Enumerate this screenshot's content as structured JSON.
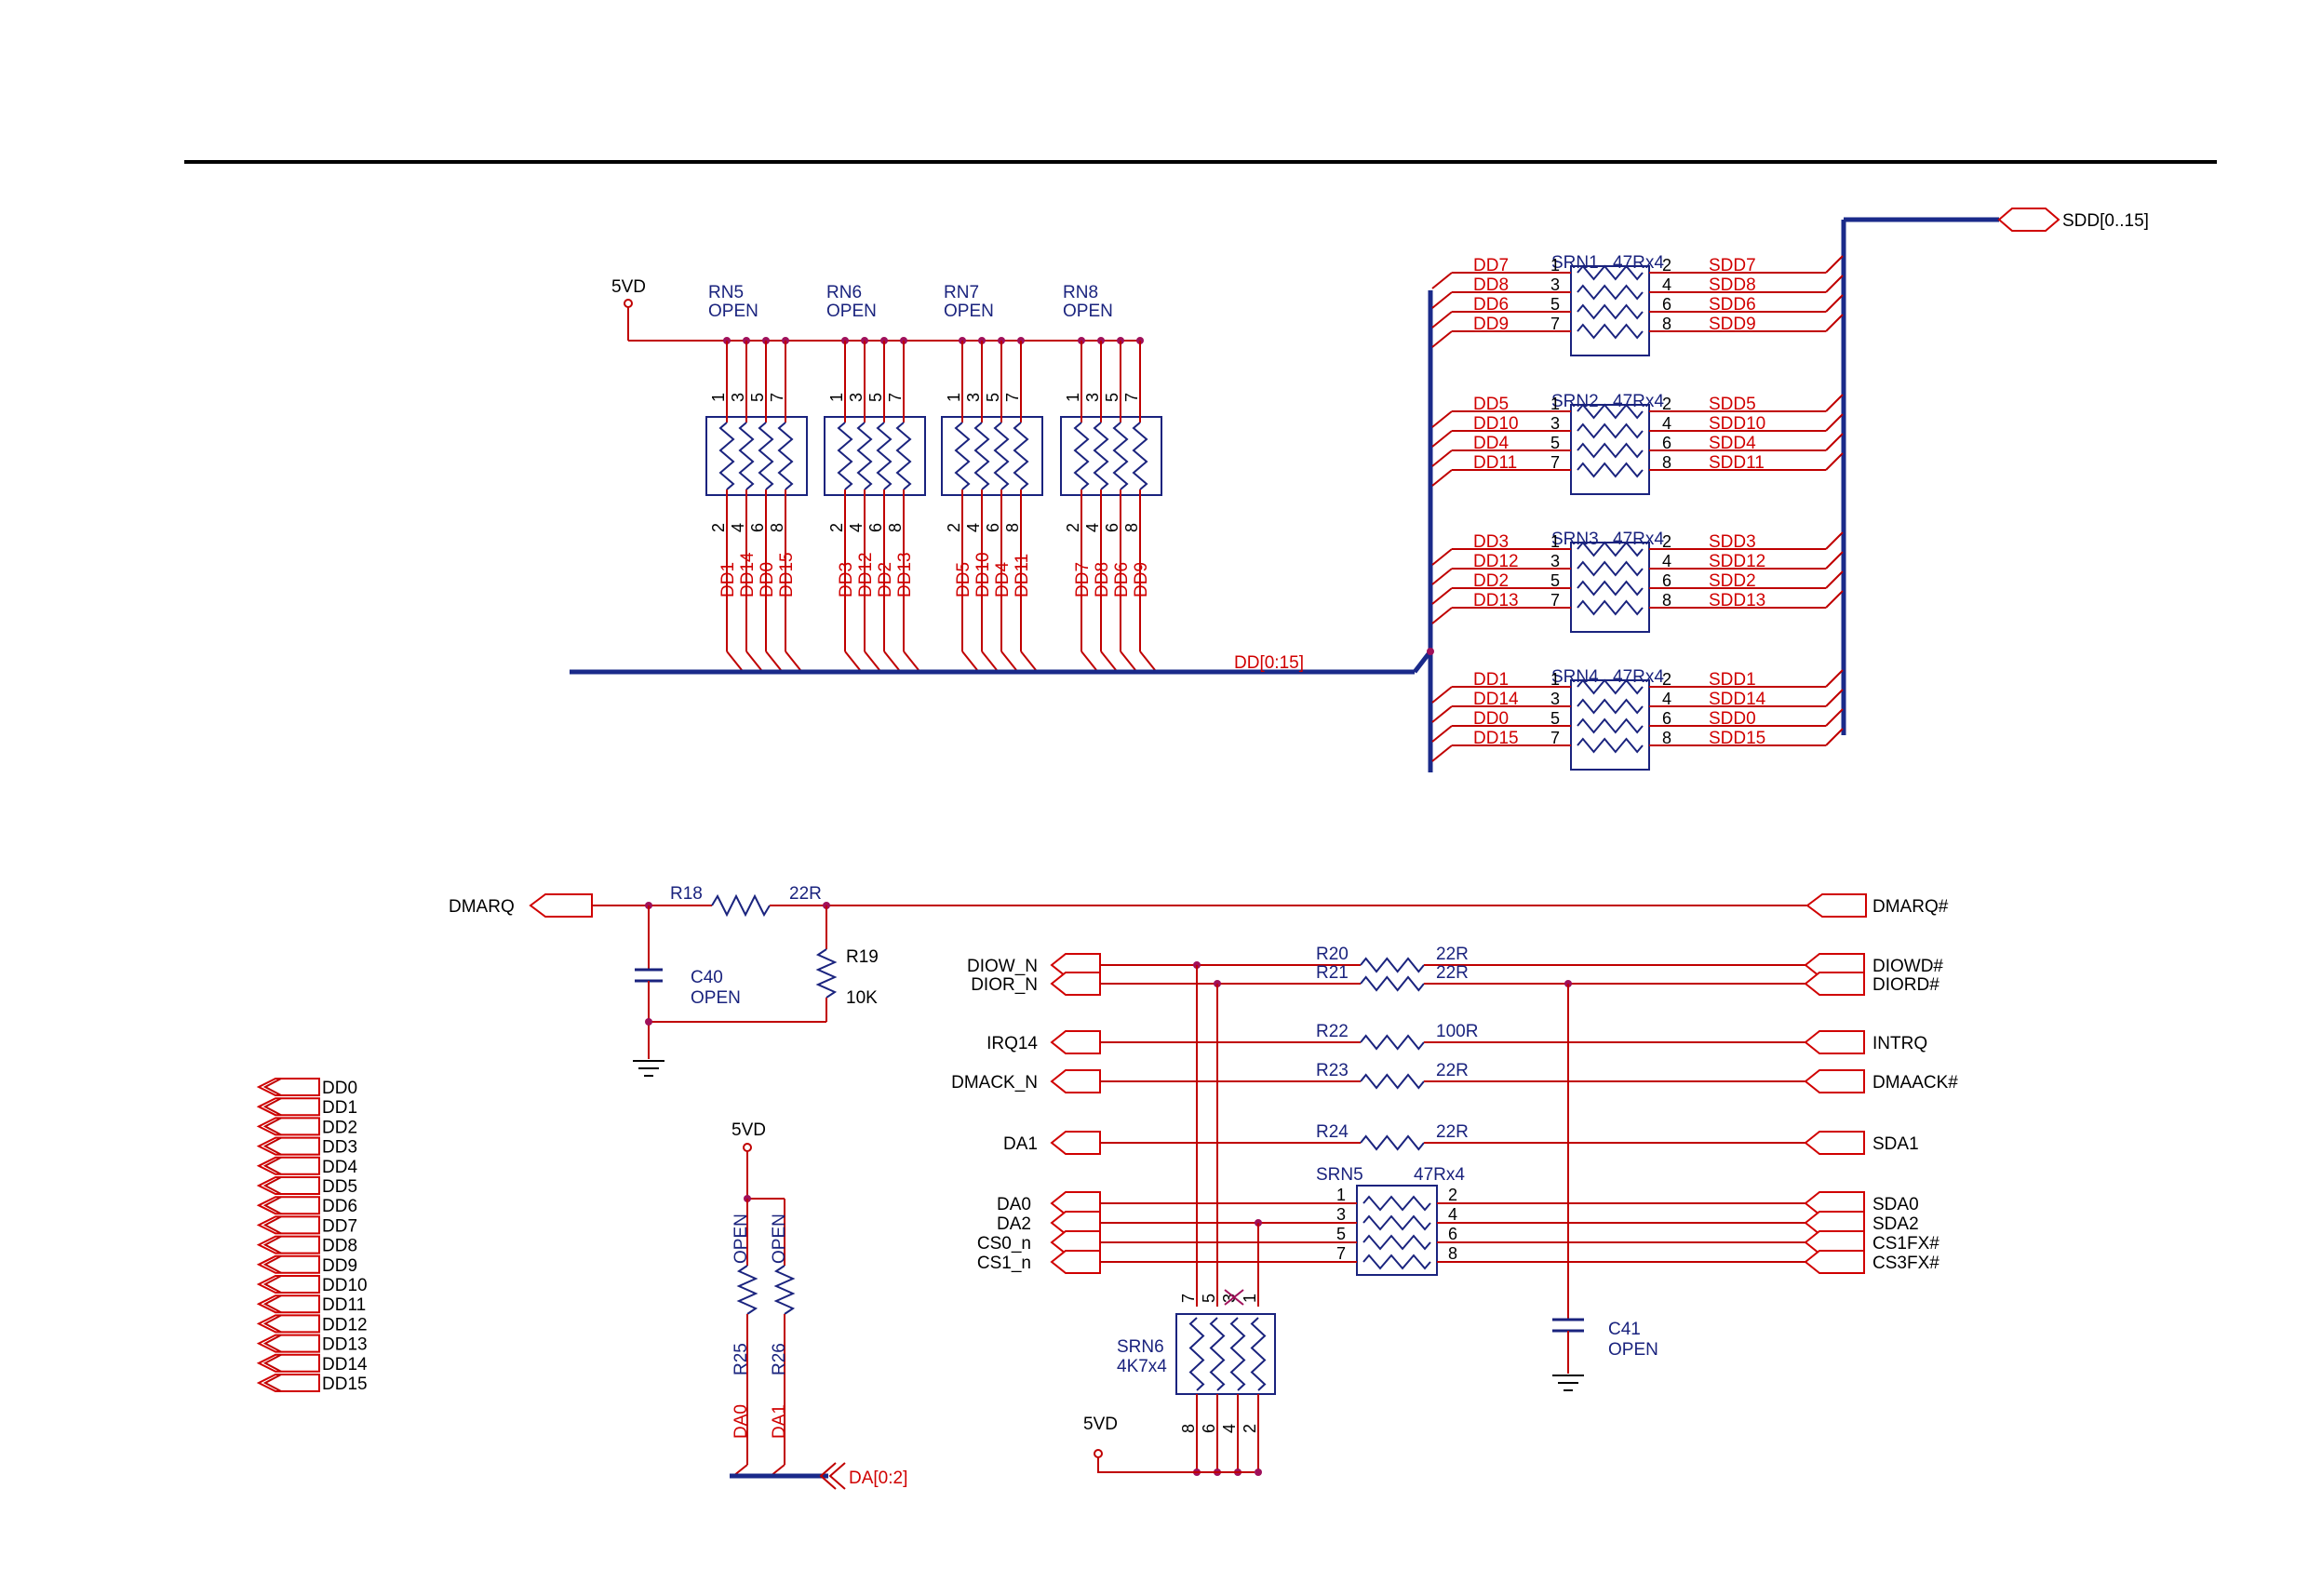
{
  "colors": {
    "wire": "#c00000",
    "bus": "#1a2a8a",
    "label": "#d00000",
    "ref": "#1a237e",
    "junction": "#a0105a"
  },
  "power": {
    "vd": "5VD"
  },
  "buses": {
    "dd": "DD[0:15]",
    "sdd": "SDD[0..15]",
    "da": "DA[0:2]"
  },
  "rn_nets": [
    "DD1",
    "DD14",
    "DD0",
    "DD15",
    "DD3",
    "DD12",
    "DD2",
    "DD13",
    "DD5",
    "DD10",
    "DD4",
    "DD11",
    "DD7",
    "DD8",
    "DD6",
    "DD9"
  ],
  "rn_pins_top": [
    "1",
    "3",
    "5",
    "7"
  ],
  "rn_pins_bottom": [
    "2",
    "4",
    "6",
    "8"
  ],
  "rn_arrays": [
    {
      "ref": "RN5",
      "value": "OPEN"
    },
    {
      "ref": "RN6",
      "value": "OPEN"
    },
    {
      "ref": "RN7",
      "value": "OPEN"
    },
    {
      "ref": "RN8",
      "value": "OPEN"
    }
  ],
  "srn_pin_in": [
    "1",
    "3",
    "5",
    "7"
  ],
  "srn_pin_out": [
    "2",
    "4",
    "6",
    "8"
  ],
  "srn_arrays": [
    {
      "ref": "SRN1",
      "value": "47Rx4",
      "left": [
        "DD7",
        "DD8",
        "DD6",
        "DD9"
      ],
      "right": [
        "SDD7",
        "SDD8",
        "SDD6",
        "SDD9"
      ]
    },
    {
      "ref": "SRN2",
      "value": "47Rx4",
      "left": [
        "DD5",
        "DD10",
        "DD4",
        "DD11"
      ],
      "right": [
        "SDD5",
        "SDD10",
        "SDD4",
        "SDD11"
      ]
    },
    {
      "ref": "SRN3",
      "value": "47Rx4",
      "left": [
        "DD3",
        "DD12",
        "DD2",
        "DD13"
      ],
      "right": [
        "SDD3",
        "SDD12",
        "SDD2",
        "SDD13"
      ]
    },
    {
      "ref": "SRN4",
      "value": "47Rx4",
      "left": [
        "DD1",
        "DD14",
        "DD0",
        "DD15"
      ],
      "right": [
        "SDD1",
        "SDD14",
        "SDD0",
        "SDD15"
      ]
    }
  ],
  "dmarq": {
    "left": "DMARQ",
    "right": "DMARQ#",
    "r18_ref": "R18",
    "r18_val": "22R",
    "r19_ref": "R19",
    "r19_val": "10K",
    "c40_ref": "C40",
    "c40_val": "OPEN"
  },
  "signals": [
    {
      "left": "DIOW_N",
      "ref": "R20",
      "val": "22R",
      "right": "DIOWD#"
    },
    {
      "left": "DIOR_N",
      "ref": "R21",
      "val": "22R",
      "right": "DIORD#"
    },
    {
      "left": "IRQ14",
      "ref": "R22",
      "val": "100R",
      "right": "INTRQ"
    },
    {
      "left": "DMACK_N",
      "ref": "R23",
      "val": "22R",
      "right": "DMAACK#"
    },
    {
      "left": "DA1",
      "ref": "R24",
      "val": "22R",
      "right": "SDA1"
    }
  ],
  "srn5": {
    "ref": "SRN5",
    "value": "47Rx4",
    "left": [
      "DA0",
      "DA2",
      "CS0_n",
      "CS1_n"
    ],
    "right": [
      "SDA0",
      "SDA2",
      "CS1FX#",
      "CS3FX#"
    ]
  },
  "srn6": {
    "ref": "SRN6",
    "value": "4K7x4",
    "top_pins": [
      "7",
      "5",
      "3",
      "1"
    ],
    "bottom_pins": [
      "8",
      "6",
      "4",
      "2"
    ]
  },
  "c41": {
    "ref": "C41",
    "value": "OPEN"
  },
  "r25": {
    "ref": "R25",
    "value": "OPEN",
    "net": "DA0"
  },
  "r26": {
    "ref": "R26",
    "value": "OPEN",
    "net": "DA1"
  },
  "dd_ports": [
    "DD0",
    "DD1",
    "DD2",
    "DD3",
    "DD4",
    "DD5",
    "DD6",
    "DD7",
    "DD8",
    "DD9",
    "DD10",
    "DD11",
    "DD12",
    "DD13",
    "DD14",
    "DD15"
  ]
}
